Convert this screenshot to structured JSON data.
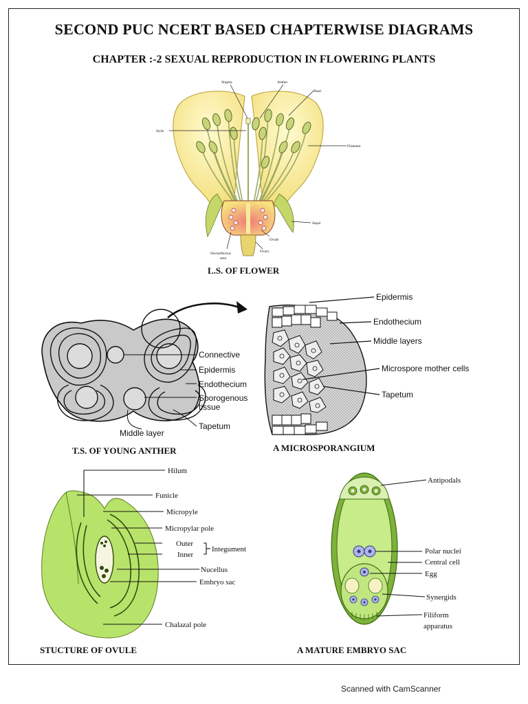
{
  "title": "SECOND PUC NCERT BASED CHAPTERWISE DIAGRAMS",
  "chapter": "CHAPTER :-2 SEXUAL REPRODUCTION  IN FLOWERING PLANTS",
  "flower": {
    "caption": "L.S. OF FLOWER",
    "labels": {
      "stigma": "Stigma",
      "anther": "Anther",
      "petal": "Petal",
      "style": "Style",
      "filament": "Filament",
      "sepal": "Sepal",
      "ovule": "Ovule",
      "ovary": "Ovary",
      "nectariferous_1": "Nectariferous",
      "nectariferous_2": "area"
    }
  },
  "anther": {
    "caption": "T.S. OF YOUNG ANTHER",
    "labels": {
      "connective": "Connective",
      "epidermis": "Epidermis",
      "endothecium": "Endothecium",
      "sporogenous_1": "Sporogenous",
      "sporogenous_2": "tissue",
      "tapetum": "Tapetum",
      "middle_layer": "Middle layer"
    }
  },
  "microsporangium": {
    "caption": "A MICROSPORANGIUM",
    "labels": {
      "epidermis": "Epidermis",
      "endothecium": "Endothecium",
      "middle_layers": "Middle layers",
      "microspore_mother_cells": "Microspore mother cells",
      "tapetum": "Tapetum"
    }
  },
  "ovule": {
    "caption": "STUCTURE OF OVULE",
    "labels": {
      "hilum": "Hilum",
      "funicle": "Funicle",
      "micropyle": "Micropyle",
      "micropylar_pole": "Micropylar pole",
      "outer": "Outer",
      "inner": "Inner",
      "integument": "Integument",
      "nucellus": "Nucellus",
      "embryo_sac": "Embryo sac",
      "chalazal_pole": "Chalazal pole"
    }
  },
  "embryo_sac": {
    "caption": "A MATURE EMBRYO SAC",
    "labels": {
      "antipodals": "Antipodals",
      "polar_nuclei": "Polar nuclei",
      "central_cell": "Central cell",
      "egg": "Egg",
      "synergids": "Synergids",
      "filiform_1": "Filiform",
      "filiform_2": "apparatus"
    }
  },
  "footer": "Scanned with CamScanner"
}
